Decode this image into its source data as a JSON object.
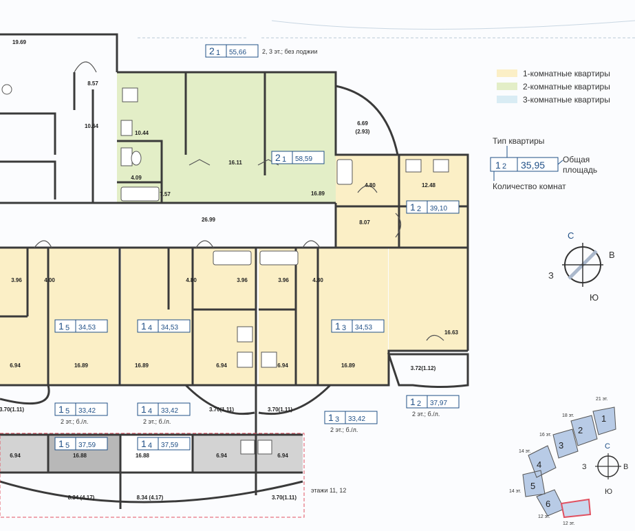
{
  "colors": {
    "one_room": "#fbefc6",
    "two_room": "#e3eec7",
    "three_room": "#d9ecf4",
    "corridor": "#ffffff",
    "wall": "#3a3a3a",
    "label_blue": "#1f4f86",
    "selected": "#e05060",
    "dash_red": "#e05060"
  },
  "legend": {
    "items": [
      {
        "label": "1-комнатные квартиры",
        "color": "#fbefc6"
      },
      {
        "label": "2-комнатные квартиры",
        "color": "#e3eec7"
      },
      {
        "label": "3-комнатные квартиры",
        "color": "#d9ecf4"
      }
    ],
    "key": {
      "type_label": "Тип квартиры",
      "rooms_label": "Количество комнат",
      "area_label_line1": "Общая",
      "area_label_line2": "площадь",
      "sample": {
        "n": "1",
        "s": "2",
        "area": "35,95"
      }
    }
  },
  "compass_main": {
    "n": "С",
    "e": "В",
    "s": "Ю",
    "w": "З"
  },
  "compass_small": {
    "n": "С",
    "e": "В",
    "s": "Ю",
    "w": "З"
  },
  "apartment_tags": [
    {
      "id": "t1",
      "n": "2",
      "s": "1",
      "area": "55,66",
      "note": "2, 3 эт.; без лоджии"
    },
    {
      "id": "t2",
      "n": "2",
      "s": "1",
      "area": "58,59",
      "note": ""
    },
    {
      "id": "t3",
      "n": "1",
      "s": "2",
      "area": "39,10",
      "note": ""
    },
    {
      "id": "t4",
      "n": "1",
      "s": "5",
      "area": "34,53",
      "note": ""
    },
    {
      "id": "t5",
      "n": "1",
      "s": "4",
      "area": "34,53",
      "note": ""
    },
    {
      "id": "t6",
      "n": "1",
      "s": "3",
      "area": "34,53",
      "note": ""
    },
    {
      "id": "t7",
      "n": "1",
      "s": "5",
      "area": "33,42",
      "note": "2 эт.; б./л."
    },
    {
      "id": "t8",
      "n": "1",
      "s": "4",
      "area": "33,42",
      "note": "2 эт.; б./л."
    },
    {
      "id": "t9",
      "n": "1",
      "s": "3",
      "area": "33,42",
      "note": "2 эт.; б./л."
    },
    {
      "id": "t10",
      "n": "1",
      "s": "2",
      "area": "37,97",
      "note": "2 эт.; б./л."
    },
    {
      "id": "t11",
      "n": "1",
      "s": "5",
      "area": "37,59",
      "note": ""
    },
    {
      "id": "t12",
      "n": "1",
      "s": "4",
      "area": "37,59",
      "note": ""
    }
  ],
  "room_dims": [
    "19.69",
    "8.57",
    "10.64",
    "10.44",
    "16.11",
    "16.89",
    "4.09",
    "7.57",
    "26.99",
    "6.69",
    "(2.93)",
    "4.80",
    "12.48",
    "8.07",
    "3.96",
    "4.00",
    "4.80",
    "3.96",
    "3.96",
    "4.80",
    "6.94",
    "16.89",
    "16.89",
    "6.94",
    "6.94",
    "16.89",
    "16.63",
    "3.72(1.12)",
    "3.70(1.11)",
    "3.70(1.11)",
    "3.70(1.11)",
    "6.94",
    "16.88",
    "16.88",
    "6.94",
    "6.94",
    "8.34 (4.17)",
    "8.34 (4.17)",
    "3.70(1.11)"
  ],
  "floors_note": "этажи 11, 12",
  "site_plan": {
    "sections": [
      "1",
      "2",
      "3",
      "4",
      "5",
      "6"
    ],
    "floor_labels": [
      "21 эт.",
      "18 эт.",
      "16 эт.",
      "14 эт.",
      "14 эт.",
      "12 эт.",
      "12 эт."
    ]
  }
}
